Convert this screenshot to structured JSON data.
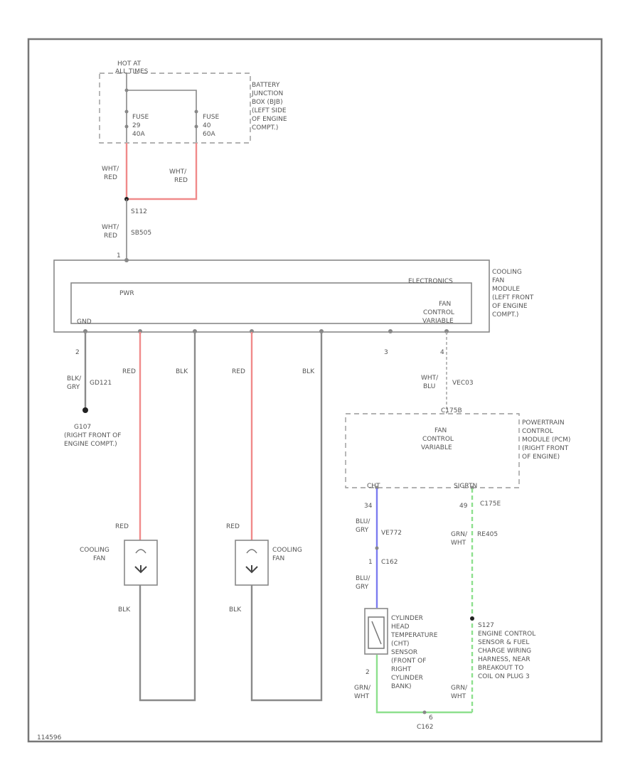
{
  "diagram": {
    "hot_at_label_1": "HOT AT",
    "hot_at_label_2": "ALL TIMES",
    "bjb": [
      "BATTERY",
      "JUNCTION",
      "BOX (BJB)",
      "(LEFT SIDE",
      "OF ENGINE",
      "COMPT.)"
    ],
    "fuse_left": [
      "FUSE",
      "29",
      "40A"
    ],
    "fuse_right": [
      "FUSE",
      "40",
      "60A"
    ],
    "wire_whtred_a": [
      "WHT/",
      "RED"
    ],
    "wire_whtred_b": [
      "WHT/",
      "RED"
    ],
    "splice_s112": "S112",
    "wire_whtred_c": [
      "WHT/",
      "RED"
    ],
    "circuit_ss105": "SB505",
    "pin_1": "1",
    "cooling_module": [
      "COOLING",
      "FAN",
      "MODULE",
      "(LEFT FRONT",
      "OF ENGINE",
      "COMPT.)"
    ],
    "electronics": "ELECTRONICS",
    "pwr": "PWR",
    "gnd": "GND",
    "fan_control": [
      "FAN",
      "CONTROL",
      "VARIABLE"
    ],
    "pin_2": "2",
    "pin_3": "3",
    "pin_4": "4",
    "wire_blkgry": [
      "BLK/",
      "GRY"
    ],
    "circuit_gd121": "GD121",
    "ground_g107": [
      "G107",
      "(RIGHT FRONT OF",
      "ENGINE COMPT.)"
    ],
    "red_1": "RED",
    "blk_1": "BLK",
    "red_2": "RED",
    "blk_2": "BLK",
    "wire_whtblu": [
      "WHT/",
      "BLU"
    ],
    "circuit_vcgd3": "VEC03",
    "conn_c1775": "C175B",
    "pcm": [
      "POWERTRAIN",
      "CONTROL",
      "MODULE (PCM)",
      "(RIGHT FRONT",
      "OF ENGINE)"
    ],
    "pcm_inner": [
      "FAN",
      "CONTROL",
      "VARIABLE"
    ],
    "pcm_pin_chf": "CHT",
    "pcm_pin_sigrtn": "SIGRTN",
    "pin_34": "34",
    "pin_49": "49",
    "conn_c175e": "C175E",
    "wire_blugry_a": [
      "BLU/",
      "GRY"
    ],
    "circuit_ve772": "VE772",
    "wire_grnwht": [
      "GRN/",
      "WHT"
    ],
    "circuit_rear": "RE405",
    "pin_1b": "1",
    "conn_c162a": "C162",
    "wire_blugry_b": [
      "BLU/",
      "GRY"
    ],
    "red_fan1": "RED",
    "cooling_fan_1": [
      "COOLING",
      "FAN"
    ],
    "red_fan2": "RED",
    "cooling_fan_2": [
      "COOLING",
      "FAN"
    ],
    "blk_fan1": "BLK",
    "blk_fan2": "BLK",
    "cht_sensor": [
      "CYLINDER",
      "HEAD",
      "TEMPERATURE",
      "(CHT)",
      "SENSOR",
      "(FRONT OF",
      "RIGHT",
      "CYLINDER",
      "BANK)"
    ],
    "s127": [
      "S127",
      "ENGINE CONTROL",
      "SENSOR & FUEL",
      "CHARGE WIRING",
      "HARNESS, NEAR",
      "BREAKOUT TO",
      "COIL ON PLUG 3"
    ],
    "pin_2b": "2",
    "wire_grnwht_b": [
      "GRN/",
      "WHT"
    ],
    "wire_grnwht_c": [
      "GRN/",
      "WHT"
    ],
    "pin_6": "6",
    "conn_c162b": "C162",
    "figure_code": "114596"
  }
}
